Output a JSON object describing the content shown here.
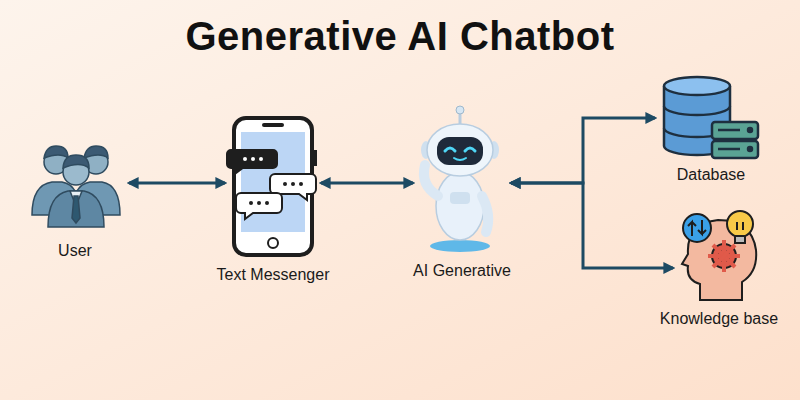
{
  "diagram": {
    "title": "Generative AI Chatbot",
    "nodes": [
      {
        "text": [
          "User"
        ]
      },
      {
        "text": [
          "Text Messenger"
        ]
      },
      {
        "text": [
          "AI Generative"
        ]
      },
      {
        "text": [
          "Database"
        ]
      },
      {
        "text": [
          "Knowledge base"
        ]
      }
    ],
    "edges": [
      {
        "from": 0,
        "to": 1,
        "arrow": "both"
      },
      {
        "from": 1,
        "to": 2,
        "arrow": "both"
      },
      {
        "from": 2,
        "to": 3,
        "arrow": "both"
      },
      {
        "from": 2,
        "to": 4,
        "arrow": "both"
      }
    ]
  }
}
